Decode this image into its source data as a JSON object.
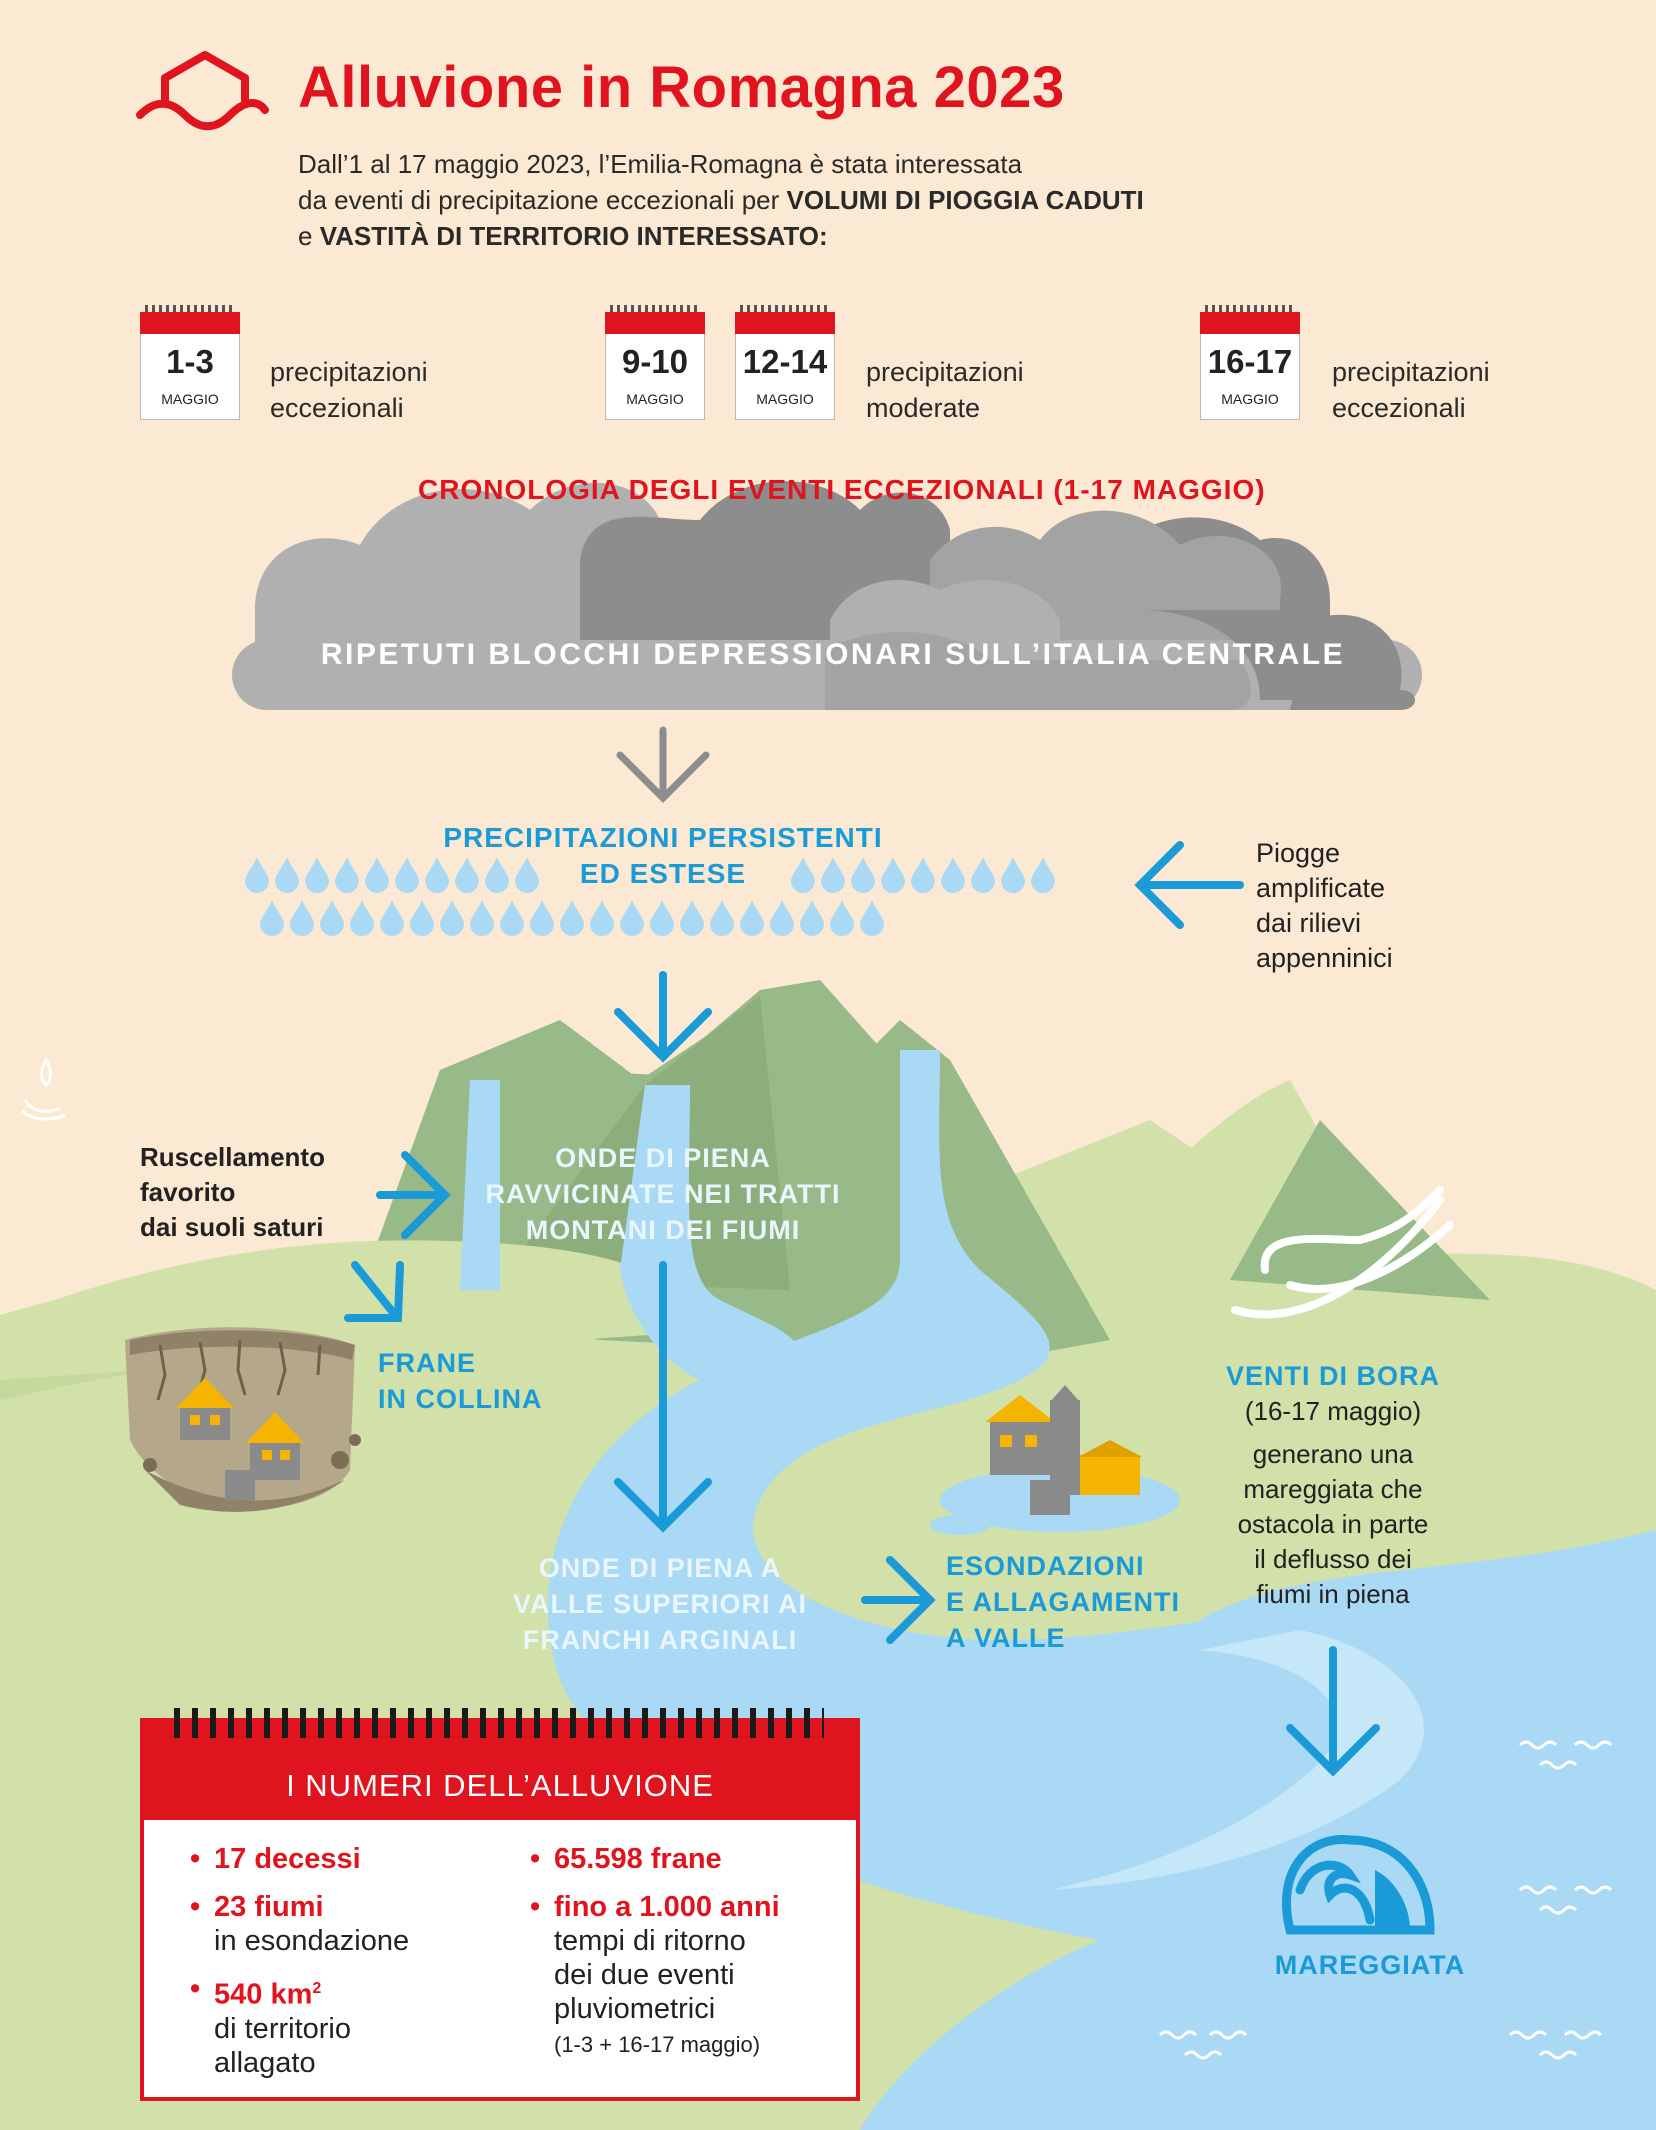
{
  "title": "Alluvione in Romagna 2023",
  "intro": {
    "line1": "Dall’1 al 17 maggio 2023, l’Emilia-Romagna è stata interessata",
    "line2_pre": "da eventi di precipitazione eccezionali per ",
    "line2_bold": "VOLUMI DI PIOGGIA CADUTI",
    "line3_pre": "e ",
    "line3_bold": "VASTITÀ DI TERRITORIO INTERESSATO:"
  },
  "calendars": [
    {
      "day": "1-3",
      "month": "MAGGIO"
    },
    {
      "day": "9-10",
      "month": "MAGGIO"
    },
    {
      "day": "12-14",
      "month": "MAGGIO"
    },
    {
      "day": "16-17",
      "month": "MAGGIO"
    }
  ],
  "calendar_labels": {
    "exceptional_1": "precipitazioni",
    "exceptional_2": "eccezionali",
    "moderate_1": "precipitazioni",
    "moderate_2": "moderate",
    "exceptional_b1": "precipitazioni",
    "exceptional_b2": "eccezionali"
  },
  "chronology_heading": "CRONOLOGIA DEGLI EVENTI ECCEZIONALI (1-17 MAGGIO)",
  "cloud_text": "RIPETUTI BLOCCHI DEPRESSIONARI SULL’ITALIA CENTRALE",
  "persistent": {
    "line1": "PRECIPITAZIONI PERSISTENTI",
    "line2": "ED ESTESE"
  },
  "apennine": {
    "line1": "Piogge",
    "line2": "amplificate",
    "line3": "dai rilievi",
    "line4": "appenninici"
  },
  "flood_waves_mountain": {
    "line1": "ONDE DI PIENA",
    "line2": "RAVVICINATE NEI TRATTI",
    "line3": "MONTANI DEI FIUMI"
  },
  "runoff": {
    "line1": "Ruscellamento",
    "line2": "favorito",
    "line3": "dai suoli saturi"
  },
  "landslides": {
    "line1": "FRANE",
    "line2": "IN COLLINA"
  },
  "flood_waves_valley": {
    "line1": "ONDE DI PIENA A",
    "line2": "VALLE SUPERIORI AI",
    "line3": "FRANCHI ARGINALI"
  },
  "overflow": {
    "line1": "ESONDAZIONI",
    "line2": "E ALLAGAMENTI",
    "line3": "A VALLE"
  },
  "bora": {
    "title": "VENTI DI BORA",
    "dates": "(16-17 maggio)",
    "line1": "generano una",
    "line2": "mareggiata che",
    "line3": "ostacola in parte",
    "line4": "il deflusso dei",
    "line5": "fiumi in piena"
  },
  "storm_surge": "MAREGGIATA",
  "numbers": {
    "header": "I NUMERI DELL’ALLUVIONE",
    "deaths": "17 decessi",
    "rivers_value": "23 fiumi",
    "rivers_text": "in esondazione",
    "area_value": "540 km",
    "area_sup": "2",
    "area_text1": "di territorio",
    "area_text2": "allagato",
    "landslides": "65.598 frane",
    "return_value": "fino a 1.000 anni",
    "return_text1": "tempi di ritorno",
    "return_text2": "dei due eventi",
    "return_text3": "pluviometrici",
    "return_text4": "(1-3 + 16-17 maggio)"
  },
  "colors": {
    "red": "#e0141e",
    "blue": "#1a9ad6",
    "background": "#fce9d3",
    "cloud_dark": "#8d8d8d",
    "cloud_light": "#b0b0b0",
    "mountain": "#98b988",
    "hill": "#d1e1a9",
    "river": "#a9d9f4"
  }
}
